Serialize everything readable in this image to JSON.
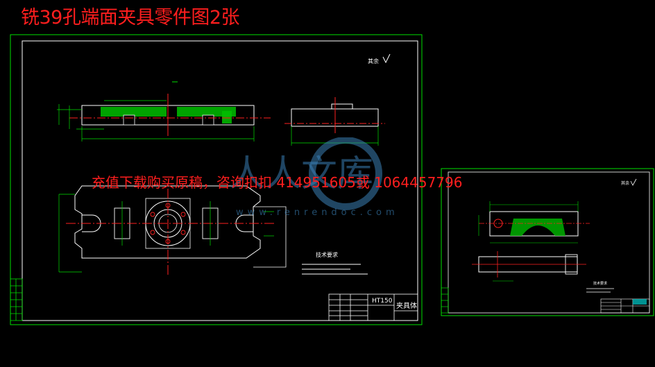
{
  "title": "铣39孔端面夹具零件图2张",
  "overlay_text": "充值下载购买原稿，咨询扣扣 414951605或 1064457796",
  "watermark": {
    "text": "人人文库",
    "url": "www.renrendoc.com"
  },
  "sheet1": {
    "roughness_note": "其余",
    "tech_req_title": "技术要求",
    "material": "HT150",
    "part_name": "夹具体"
  },
  "sheet2": {
    "roughness_note": "其余",
    "tech_req_title": "技术要求"
  },
  "colors": {
    "frame": "#00e000",
    "title": "#ff1e1e",
    "hatch": "#00d000",
    "centerline": "#ff2020",
    "dim": "#00ffff",
    "watermark": "#3a7fb5"
  }
}
